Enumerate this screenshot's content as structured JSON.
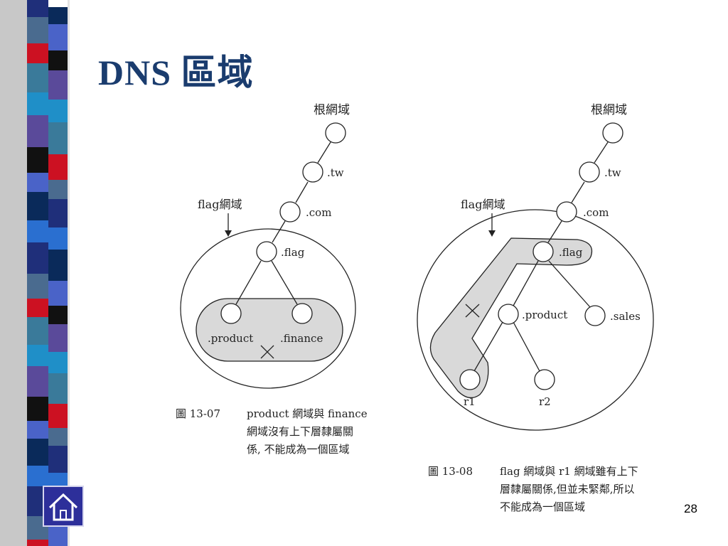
{
  "slide": {
    "title": "DNS 區域",
    "page_number": "28"
  },
  "left_diagram": {
    "root": "根網域",
    "tw": ".tw",
    "com": ".com",
    "zone": "flag網域",
    "flag": ".flag",
    "product": ".product",
    "finance": ".finance"
  },
  "right_diagram": {
    "root": "根網域",
    "tw": ".tw",
    "com": ".com",
    "zone": "flag網域",
    "flag": ".flag",
    "product": ".product",
    "sales": ".sales",
    "r1": "r1",
    "r2": "r2"
  },
  "captions": {
    "fig1_label": "圖 13-07",
    "fig1_lines": [
      "product 網域與 finance",
      "網域沒有上下層隸屬關",
      "係, 不能成為一個區域"
    ],
    "fig2_label": "圖 13-08",
    "fig2_lines": [
      "flag 網域與 r1 網域雖有上下",
      "層隸屬關係,但並未緊鄰,所以",
      "不能成為一個區域"
    ]
  },
  "colors": {
    "title": "#1a3c6e",
    "highlight_fill": "#d9d9d9",
    "home_button": "#2d2f9a"
  },
  "icons": {
    "home": "home-icon",
    "cross": "x-mark-icon"
  }
}
